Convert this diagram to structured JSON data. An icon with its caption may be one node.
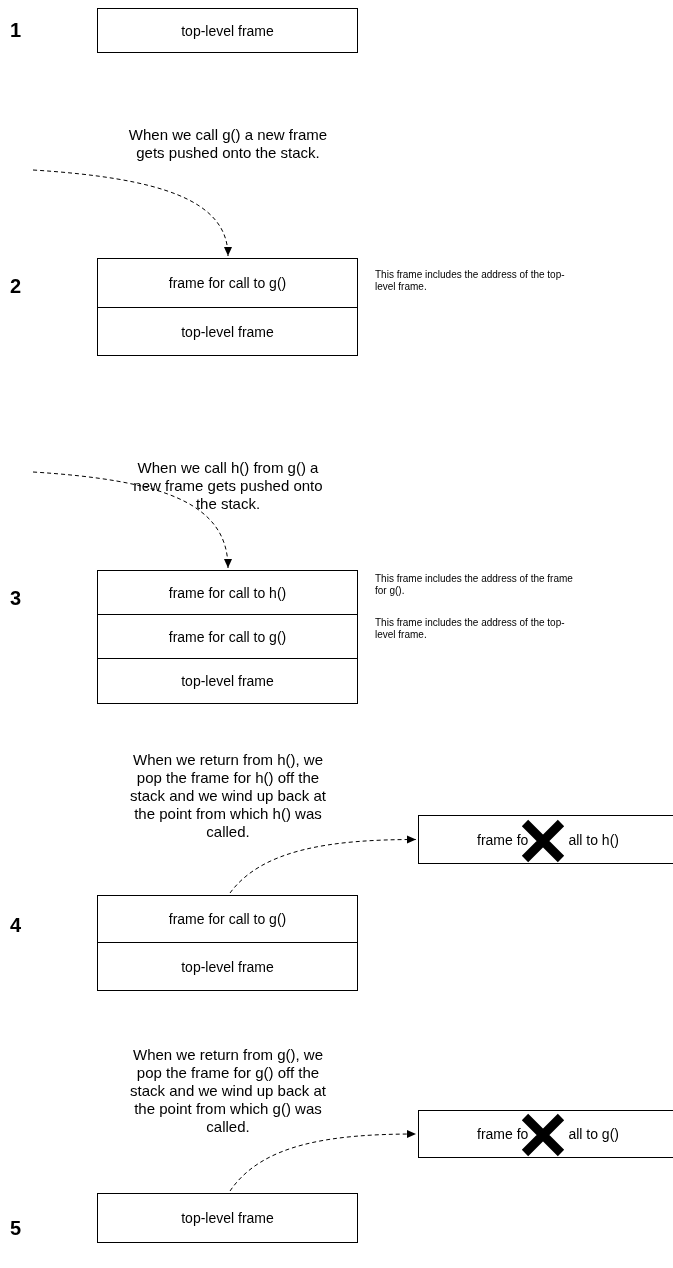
{
  "diagram": {
    "nodes": [
      {
        "text": [
          "top-level frame"
        ]
      },
      {
        "text": [
          "frame for call to g()"
        ],
        "beside": [
          "This frame includes the address of the top-level frame."
        ]
      },
      {
        "text": [
          "top-level frame"
        ]
      },
      {
        "text": [
          "frame for call to h()"
        ],
        "beside": [
          "This frame includes the address of the frame for g()."
        ]
      },
      {
        "text": [
          "frame for call to g()"
        ],
        "beside": [
          "This frame includes the address of the top-level frame."
        ]
      },
      {
        "text": [
          "top-level frame"
        ]
      },
      {
        "text": [
          "frame fo",
          "all to h()"
        ]
      },
      {
        "text": [
          "frame for call to g()"
        ]
      },
      {
        "text": [
          "top-level frame"
        ]
      },
      {
        "text": [
          "frame fo",
          "all to g()"
        ]
      },
      {
        "text": [
          "top-level frame"
        ]
      }
    ],
    "edges": [
      {
        "from": null,
        "to": 1,
        "arrow": "to",
        "style": "dashed"
      },
      {
        "from": null,
        "to": 3,
        "arrow": "to",
        "style": "dashed"
      },
      {
        "from": 7,
        "to": 6,
        "arrow": "to",
        "style": "dashed"
      },
      {
        "from": 10,
        "to": 9,
        "arrow": "to",
        "style": "dashed"
      }
    ],
    "labels": [
      "1",
      "When we call g() a new frame gets pushed onto the stack.",
      "2",
      "When we call h() from g() a new frame gets pushed onto the stack.",
      "3",
      "When we return from h(), we pop the frame for h() off the stack and we wind up back at the point from which h() was called.",
      "4",
      "When we return from g(), we pop the frame for g() off the stack and we wind up back at the point from which g() was called.",
      "5"
    ]
  }
}
